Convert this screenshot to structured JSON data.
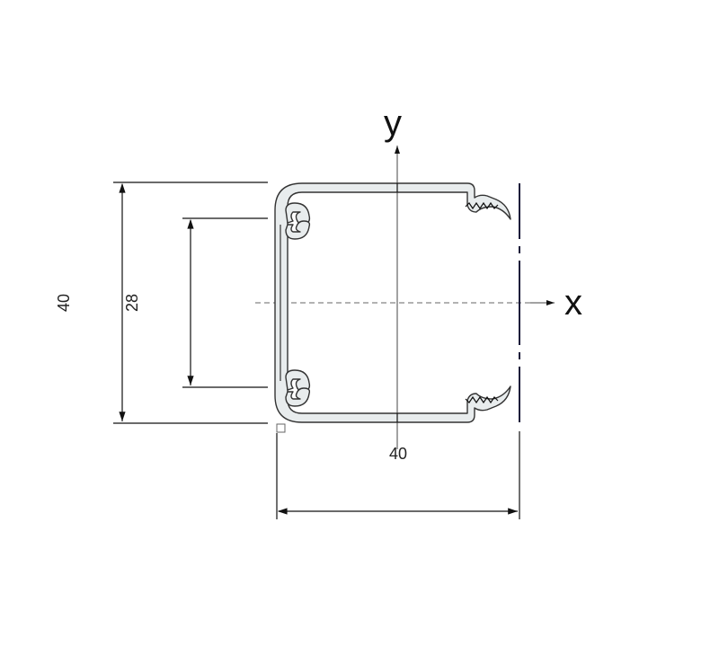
{
  "diagram": {
    "axes": {
      "x_label": "x",
      "y_label": "y"
    },
    "dimensions": {
      "overall_height": "40",
      "inner_height": "28",
      "width": "40"
    },
    "colors": {
      "profile_fill": "#e8eced",
      "outline": "#333333",
      "cover_line": "#1a1a3a"
    }
  }
}
